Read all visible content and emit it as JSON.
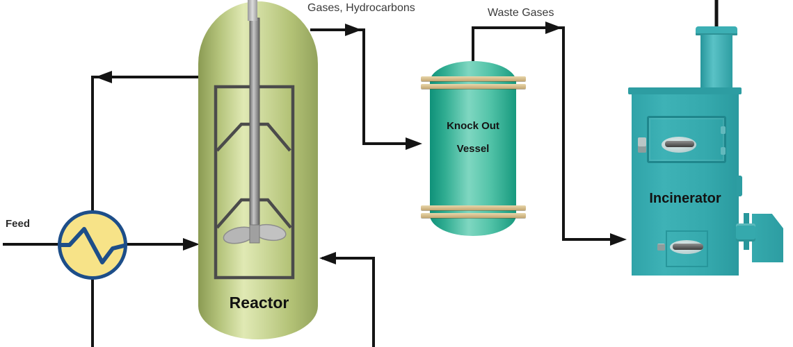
{
  "diagram": {
    "title_hint": "Process flow diagram: feed heat exchanger, stirred reactor, knock out vessel, incinerator",
    "labels": {
      "feed": "Feed",
      "gases_hydrocarbons": "Gases, Hydrocarbons",
      "waste_gases": "Waste Gases",
      "reactor": "Reactor",
      "knock_out_line1": "Knock Out",
      "knock_out_line2": "Vessel",
      "incinerator": "Incinerator"
    },
    "colors": {
      "reactor_green": "#cdd99b",
      "knockout_vessel_teal": "#2fae92",
      "incinerator_teal": "#35a9ad",
      "exchanger_fill_yellow": "#f7e388",
      "exchanger_border_blue": "#1d4e89",
      "band_tan": "#d9c395",
      "pipe_line": "#141414"
    }
  }
}
